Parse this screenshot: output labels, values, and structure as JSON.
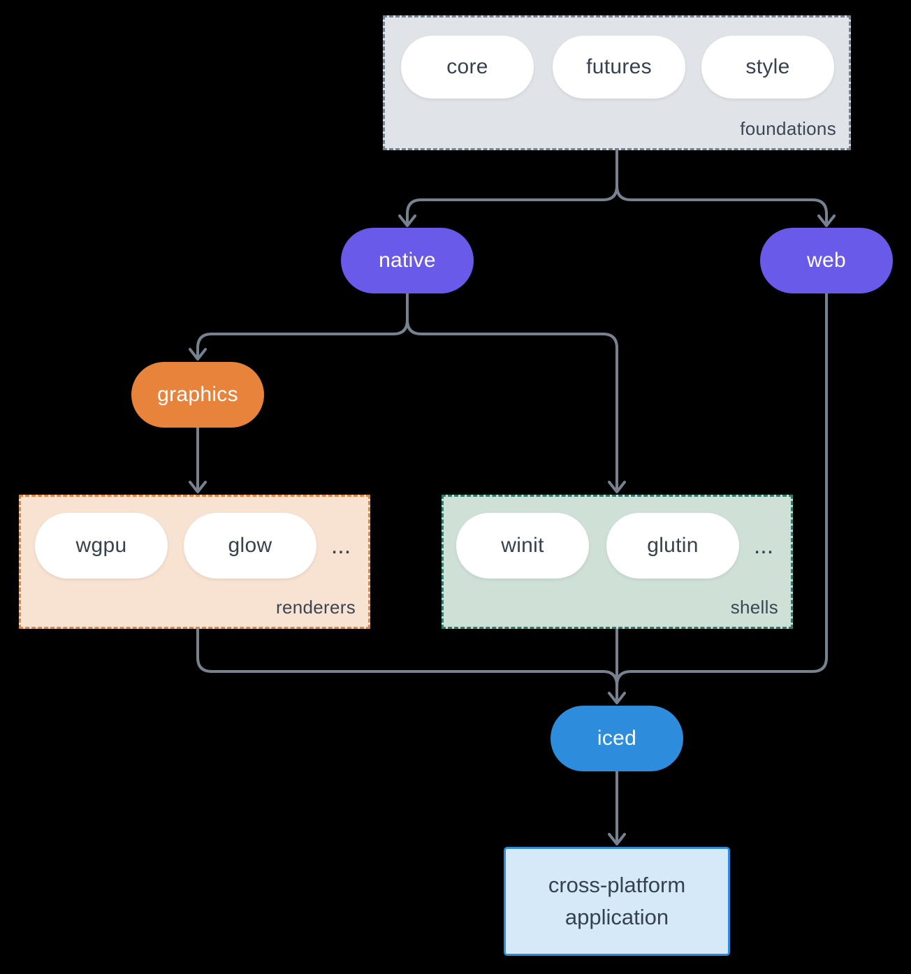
{
  "colors": {
    "background": "#000000",
    "line": "#76828F",
    "purple": "#6A5AE9",
    "orange": "#E8833B",
    "teal_border": "#2D7D6E",
    "blue": "#2D8CDB",
    "foundations_fill": "#E0E4E8",
    "renderers_fill": "#F8E2D1",
    "shells_fill": "#CFE0D7",
    "app_fill": "#D6E9F8",
    "text_dark": "#36424D"
  },
  "groups": {
    "foundations": {
      "label": "foundations",
      "pills": [
        "core",
        "futures",
        "style"
      ]
    },
    "renderers": {
      "label": "renderers",
      "pills": [
        "wgpu",
        "glow"
      ],
      "ellipsis": "..."
    },
    "shells": {
      "label": "shells",
      "pills": [
        "winit",
        "glutin"
      ],
      "ellipsis": "..."
    }
  },
  "nodes": {
    "native": "native",
    "web": "web",
    "graphics": "graphics",
    "iced": "iced",
    "app": "cross-platform application"
  }
}
